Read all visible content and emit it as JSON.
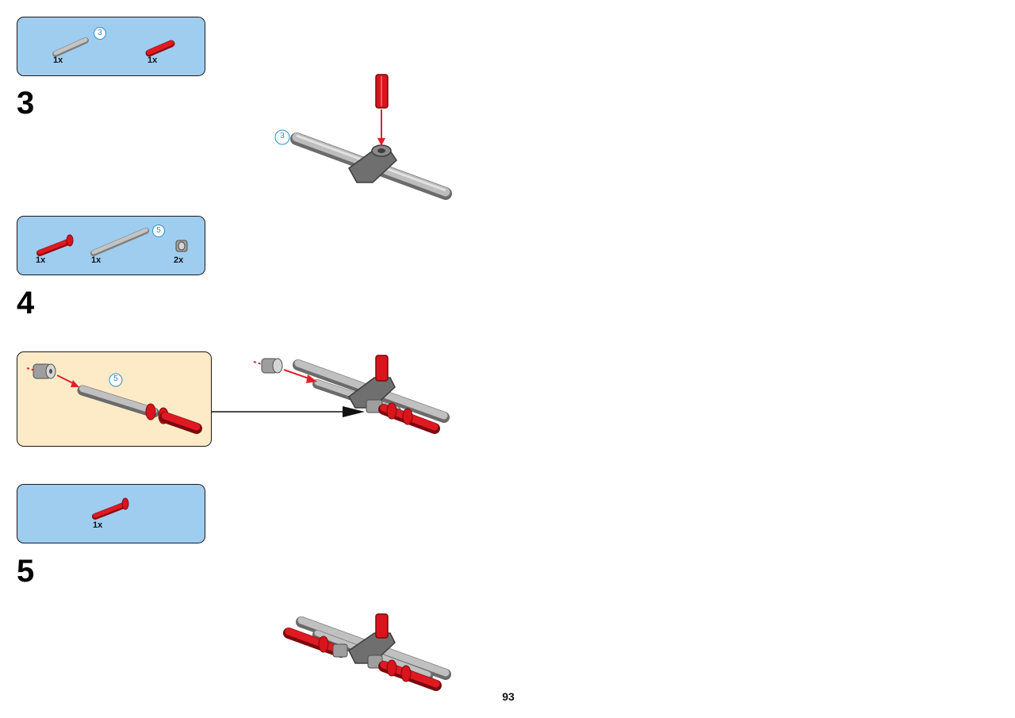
{
  "page": {
    "number": "93"
  },
  "steps": [
    {
      "number": "3",
      "parts": [
        {
          "name": "grey-axle",
          "qty": "1x",
          "length_badge": "3"
        },
        {
          "name": "red-axle-connector",
          "qty": "1x"
        }
      ],
      "assembly_badge": "3"
    },
    {
      "number": "4",
      "parts": [
        {
          "name": "red-axle-pin",
          "qty": "1x"
        },
        {
          "name": "grey-axle",
          "qty": "1x",
          "length_badge": "5"
        },
        {
          "name": "grey-bush",
          "qty": "2x"
        }
      ],
      "subassembly_badge": "5"
    },
    {
      "number": "5",
      "parts": [
        {
          "name": "red-axle-pin",
          "qty": "1x"
        }
      ]
    }
  ],
  "colors": {
    "parts_box": "#9fcdef",
    "subassembly_box": "#fdebc8",
    "red_part": "#d9141c",
    "grey_part": "#b4b4b4",
    "dark_grey_part": "#6f6f6f",
    "badge_stroke": "#2a8fc4"
  }
}
